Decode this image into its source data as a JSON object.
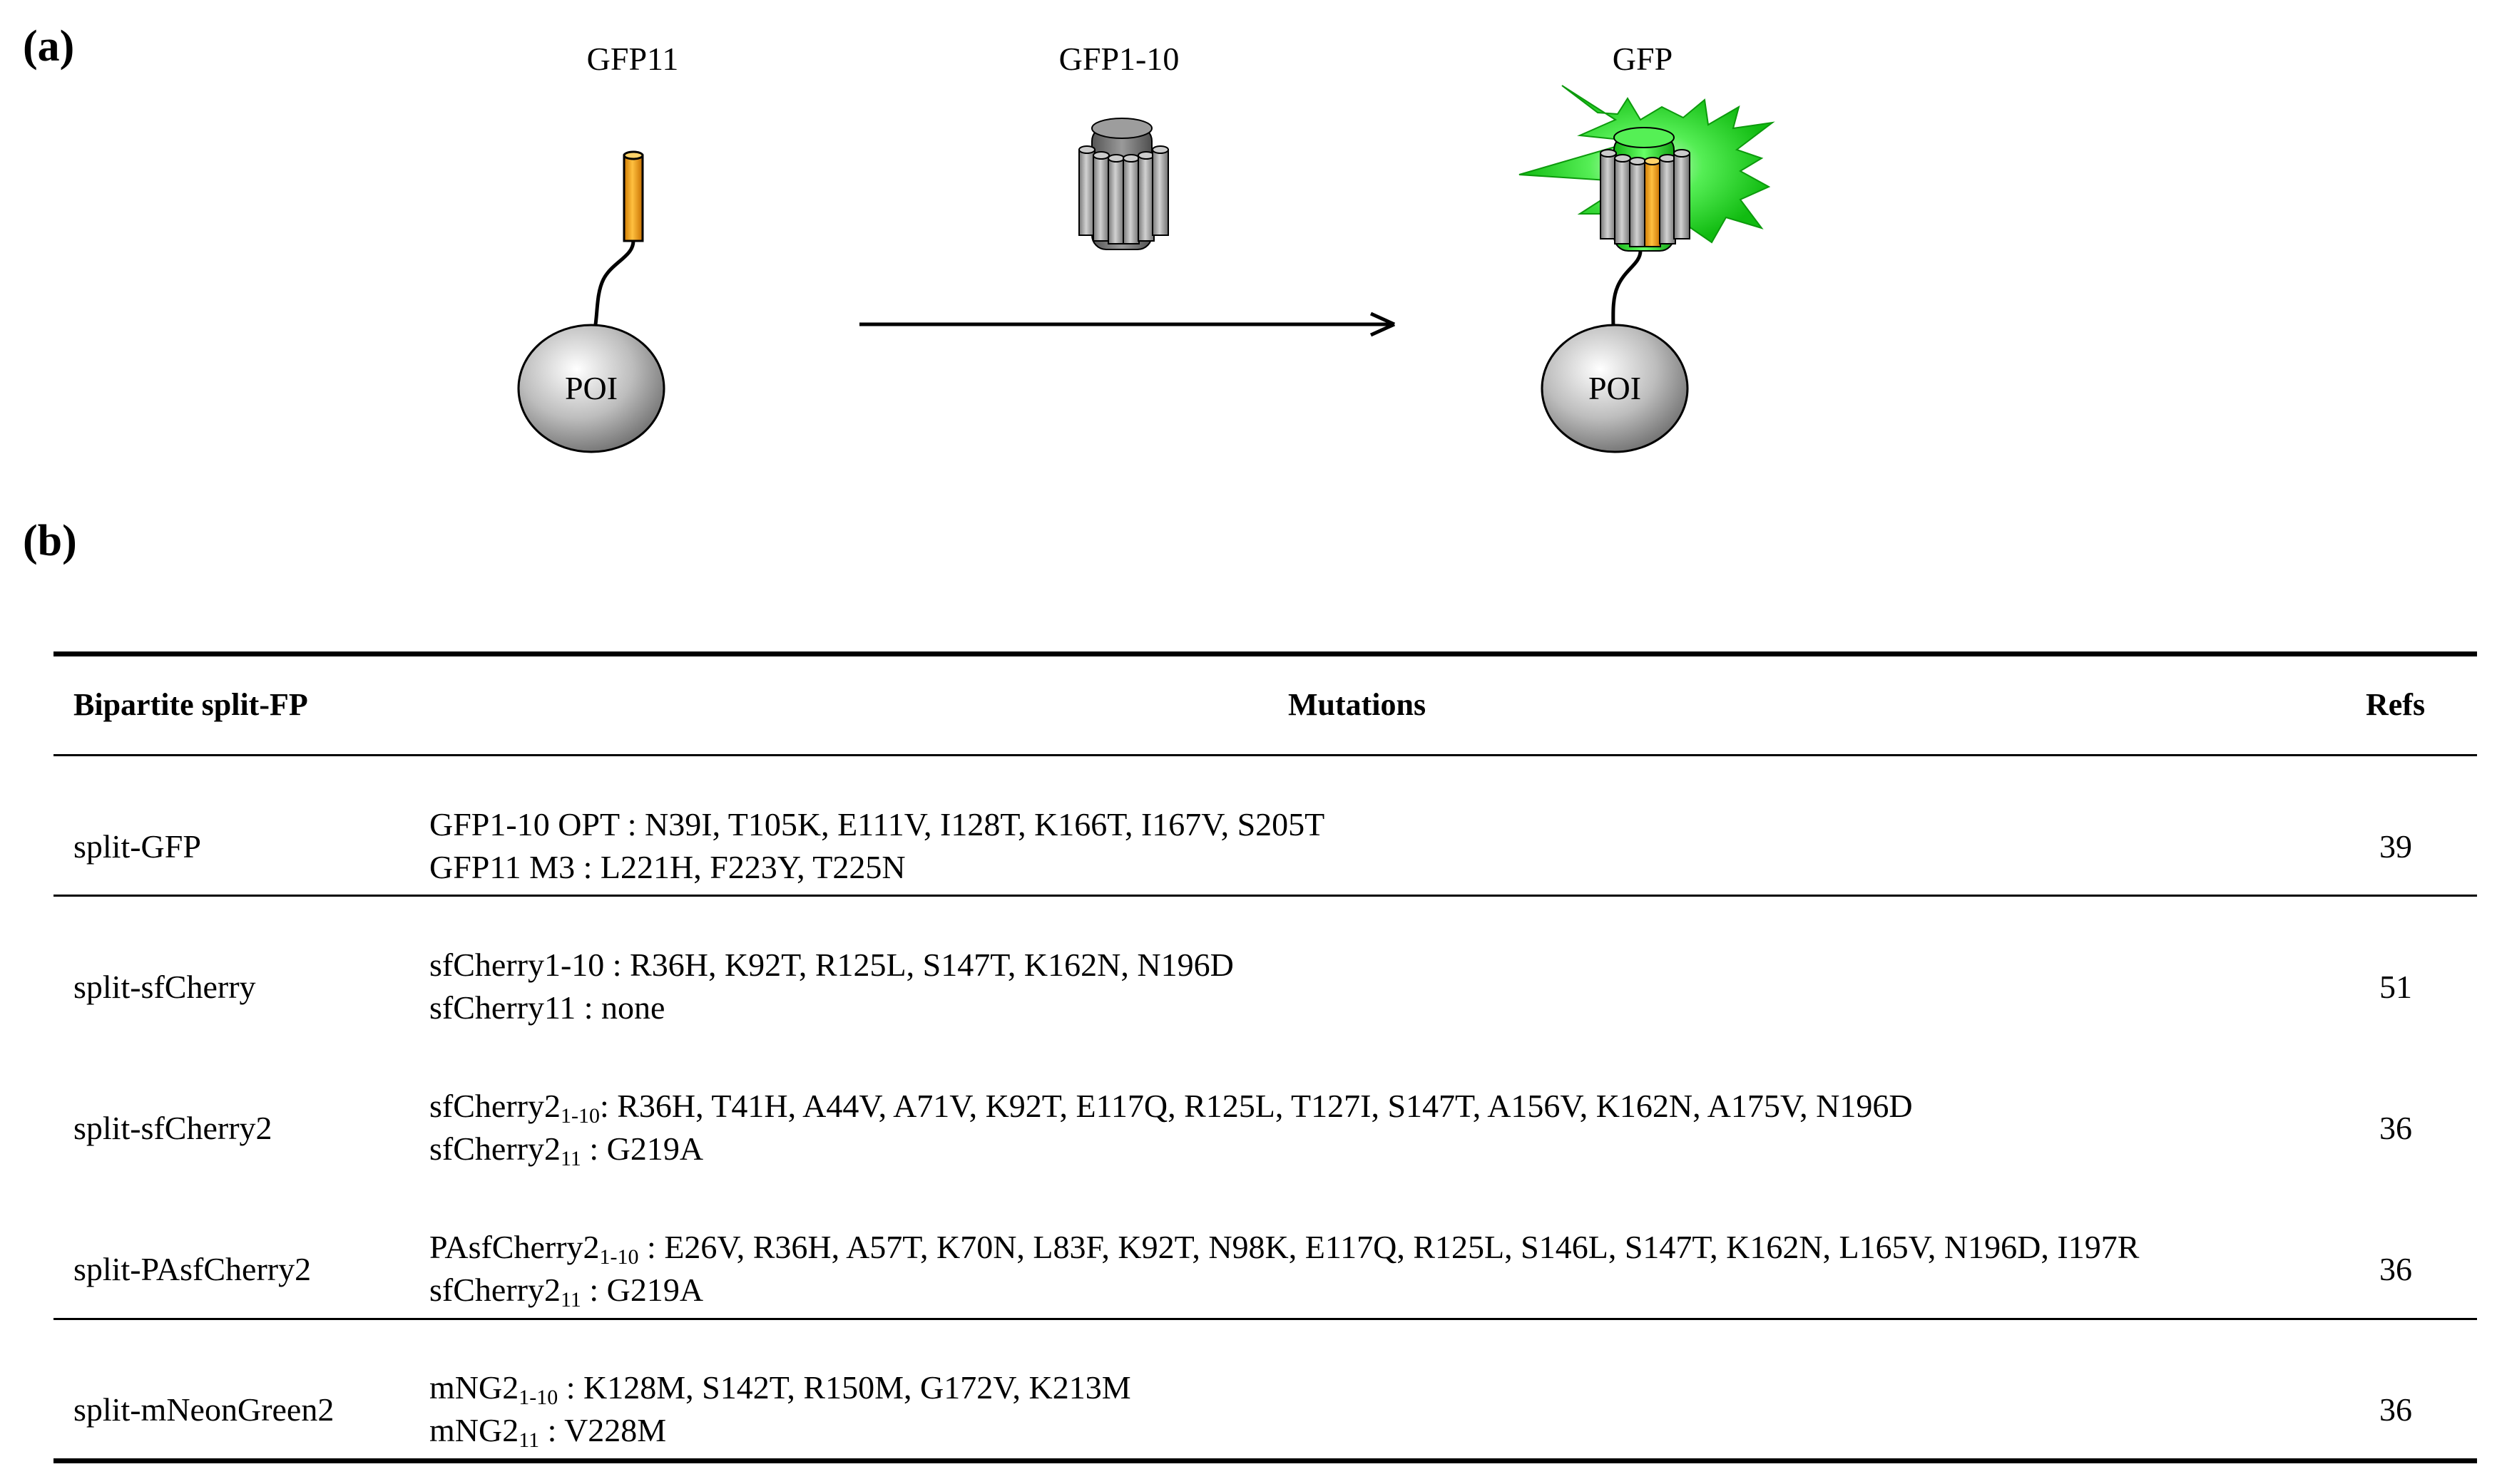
{
  "panel_a": {
    "label": "(a)",
    "stage1_label": "GFP11",
    "stage2_label": "GFP1-10",
    "stage3_label": "GFP",
    "poi_label_left": "POI",
    "poi_label_right": "POI",
    "colors": {
      "gfp11_strand": "#f0a010",
      "barrel_gray": "#9a9a9a",
      "glow_green": "#22dd22",
      "barrel_green": "#33ee33"
    }
  },
  "panel_b": {
    "label": "(b)",
    "table": {
      "headers": [
        "Bipartite split-FP",
        "Mutations",
        "Refs"
      ],
      "rows": [
        {
          "name": "split-GFP",
          "line1": {
            "prefix": "GFP1-10 OPT",
            "sub": "",
            "rest": " : N39I, T105K, E111V, I128T, K166T, I167V, S205T"
          },
          "line2": {
            "prefix": "GFP11 M3",
            "sub": "",
            "rest": " : L221H, F223Y, T225N"
          },
          "ref": "39"
        },
        {
          "name": "split-sfCherry",
          "line1": {
            "prefix": "sfCherry1-10",
            "sub": "",
            "rest": " : R36H, K92T, R125L, S147T, K162N, N196D"
          },
          "line2": {
            "prefix": "sfCherry11",
            "sub": "",
            "rest": " : none"
          },
          "ref": "51"
        },
        {
          "name": "split-sfCherry2",
          "line1": {
            "prefix": "sfCherry2",
            "sub": "1-10",
            "rest": ": R36H, T41H, A44V, A71V, K92T, E117Q, R125L, T127I, S147T, A156V, K162N, A175V, N196D"
          },
          "line2": {
            "prefix": "sfCherry2",
            "sub": "11",
            "rest": " : G219A"
          },
          "ref": "36"
        },
        {
          "name": "split-PAsfCherry2",
          "line1": {
            "prefix": "PAsfCherry2",
            "sub": "1-10",
            "rest": " : E26V, R36H, A57T, K70N, L83F, K92T, N98K, E117Q, R125L, S146L, S147T, K162N, L165V, N196D, I197R"
          },
          "line2": {
            "prefix": "sfCherry2",
            "sub": "11",
            "rest": " : G219A"
          },
          "ref": "36"
        },
        {
          "name": "split-mNeonGreen2",
          "line1": {
            "prefix": "mNG2",
            "sub": "1-10",
            "rest": " : K128M, S142T, R150M, G172V, K213M"
          },
          "line2": {
            "prefix": "mNG2",
            "sub": "11",
            "rest": " : V228M"
          },
          "ref": "36"
        }
      ]
    }
  }
}
